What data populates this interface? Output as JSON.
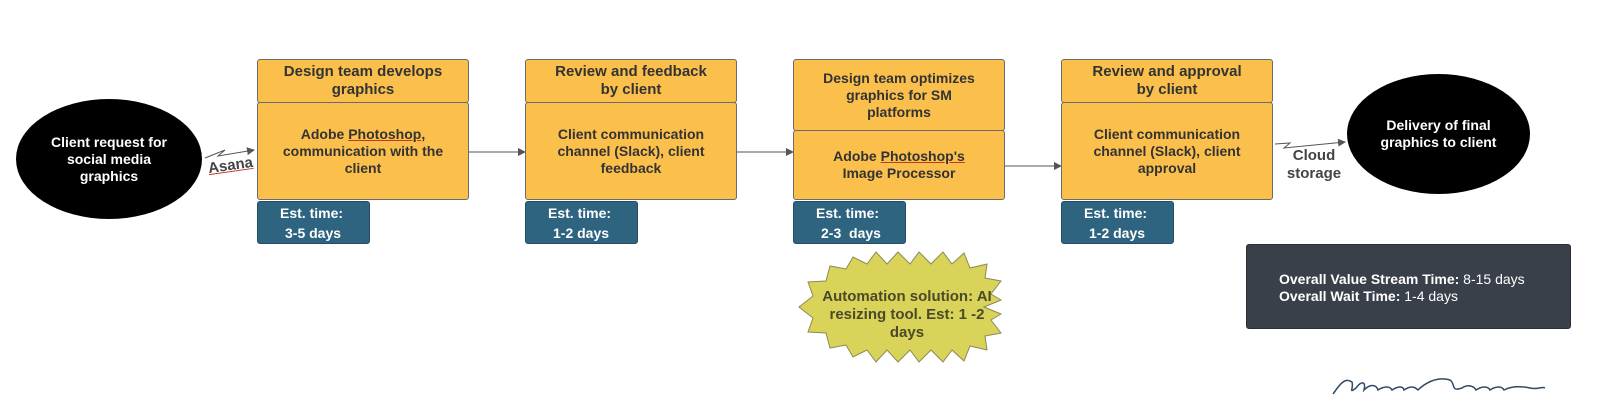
{
  "start": {
    "text": "Client request for social media graphics"
  },
  "end": {
    "text": "Delivery of final graphics to client"
  },
  "connector_labels": {
    "asana": "Asana",
    "cloud": "Cloud storage"
  },
  "steps": [
    {
      "title": "Design team develops graphics",
      "tool_prefix": "Adobe ",
      "tool_link": "Photoshop",
      "tool_suffix": ", communication with the client",
      "time_label": "Est. time:",
      "time_value": "3-5 days"
    },
    {
      "title": "Review and feedback by client",
      "tool_prefix": "Client communication channel (Slack), client feedback",
      "tool_link": "",
      "tool_suffix": "",
      "time_label": "Est. time:",
      "time_value": "1-2 days"
    },
    {
      "title": "Design team optimizes graphics for SM platforms",
      "tool_prefix": "Adobe ",
      "tool_link": "Photoshop's",
      "tool_suffix": " Image Processor",
      "time_label": "Est. time:",
      "time_value": "2-3  days"
    },
    {
      "title": "Review and approval by client",
      "tool_prefix": "Client communication channel (Slack), client approval",
      "tool_link": "",
      "tool_suffix": "",
      "time_label": "Est. time:",
      "time_value": "1-2 days"
    }
  ],
  "automation": {
    "text": "Automation solution: AI resizing tool. Est: 1 -2 days"
  },
  "summary": {
    "value_stream_label": "Overall Value Stream Time:",
    "value_stream_value": " 8-15 days",
    "wait_label": "Overall Wait Time:",
    "wait_value": " 1-4 days"
  },
  "signature": "Marquis Murray",
  "colors": {
    "process_fill": "#fbbf4c",
    "time_fill": "#2e6480",
    "summary_fill": "#3a4049",
    "burst_fill": "#d9d35a"
  }
}
